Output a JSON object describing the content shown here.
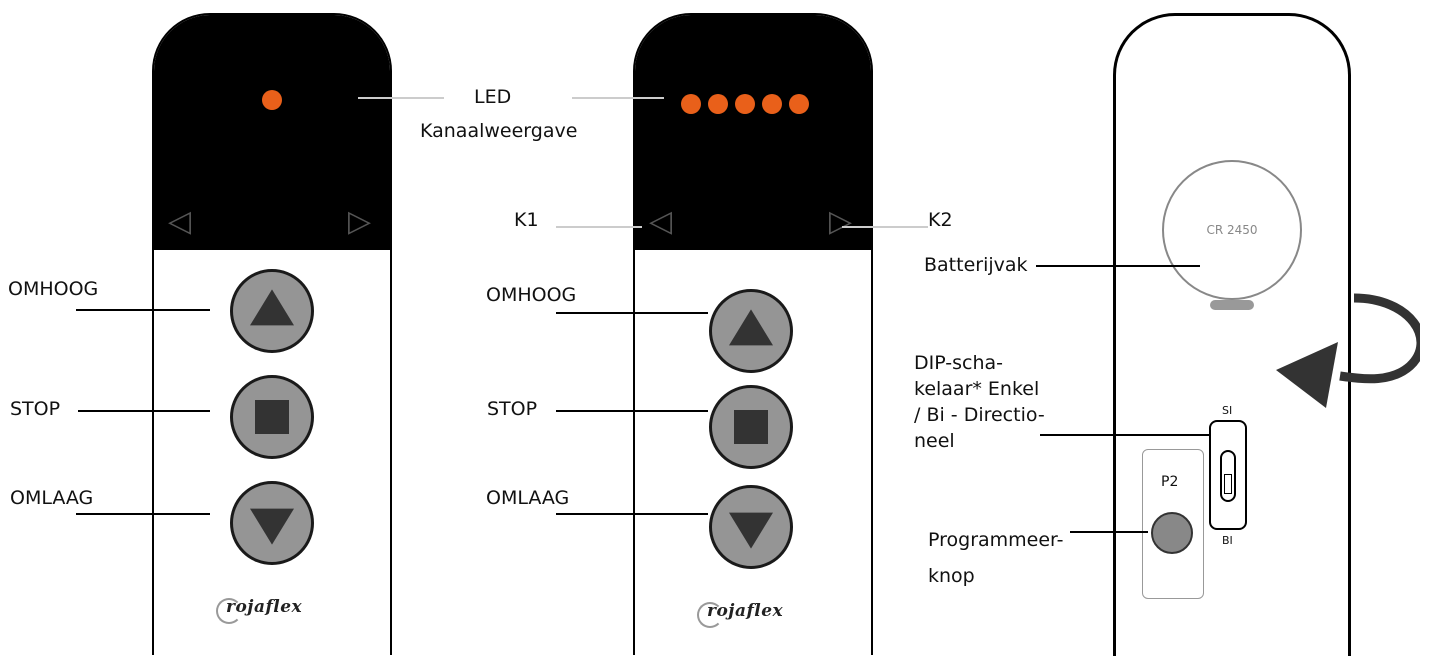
{
  "colors": {
    "led": "#e9601a",
    "button_fill": "#959595",
    "panel": "#000000"
  },
  "remote_left": {
    "led_count": 1,
    "arrow_left": "◁",
    "arrow_right": "▷",
    "buttons": [
      "up",
      "stop",
      "down"
    ],
    "logo": "rojaflex"
  },
  "remote_middle": {
    "led_count": 5,
    "arrow_left": "◁",
    "arrow_right": "▷",
    "buttons": [
      "up",
      "stop",
      "down"
    ],
    "logo": "rojaflex"
  },
  "remote_back": {
    "battery_label": "CR 2450",
    "dip_top": "SI",
    "dip_bottom": "BI",
    "p2_label": "P2"
  },
  "labels": {
    "led": "LED",
    "channel_display": "Kanaalweergave",
    "k1": "K1",
    "k2": "K2",
    "up": "OMHOOG",
    "stop": "STOP",
    "down": "OMLAAG",
    "battery": "Batterijvak",
    "dip_line1": "DIP-scha-",
    "dip_line2": "kelaar* Enkel",
    "dip_line3": "/ Bi - Directio-",
    "dip_line4": "neel",
    "prog_line1": "Programmeer-",
    "prog_line2": "knop"
  }
}
